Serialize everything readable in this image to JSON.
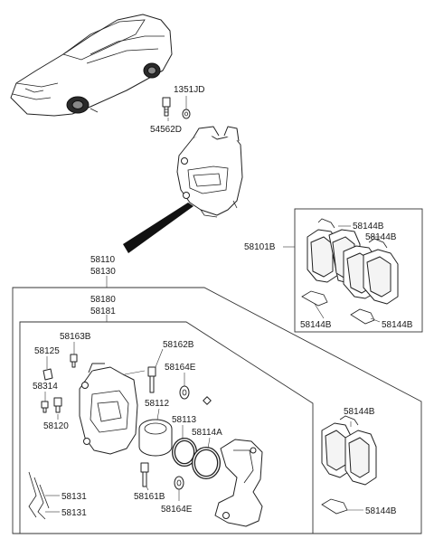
{
  "labels": {
    "l_1351JD": "1351JD",
    "l_54562D": "54562D",
    "l_58101B": "58101B",
    "l_58144B_1": "58144B",
    "l_58144B_2": "58144B",
    "l_58144B_3": "58144B",
    "l_58144B_4": "58144B",
    "l_58110": "58110",
    "l_58130": "58130",
    "l_58180": "58180",
    "l_58181": "58181",
    "l_58163B": "58163B",
    "l_58125": "58125",
    "l_58314": "58314",
    "l_58120": "58120",
    "l_58162B": "58162B",
    "l_58164E_1": "58164E",
    "l_58112": "58112",
    "l_58113": "58113",
    "l_58114A": "58114A",
    "l_58161B": "58161B",
    "l_58164E_2": "58164E",
    "l_58131_1": "58131",
    "l_58131_2": "58131",
    "l_58144B_5": "58144B",
    "l_58144B_6": "58144B"
  }
}
